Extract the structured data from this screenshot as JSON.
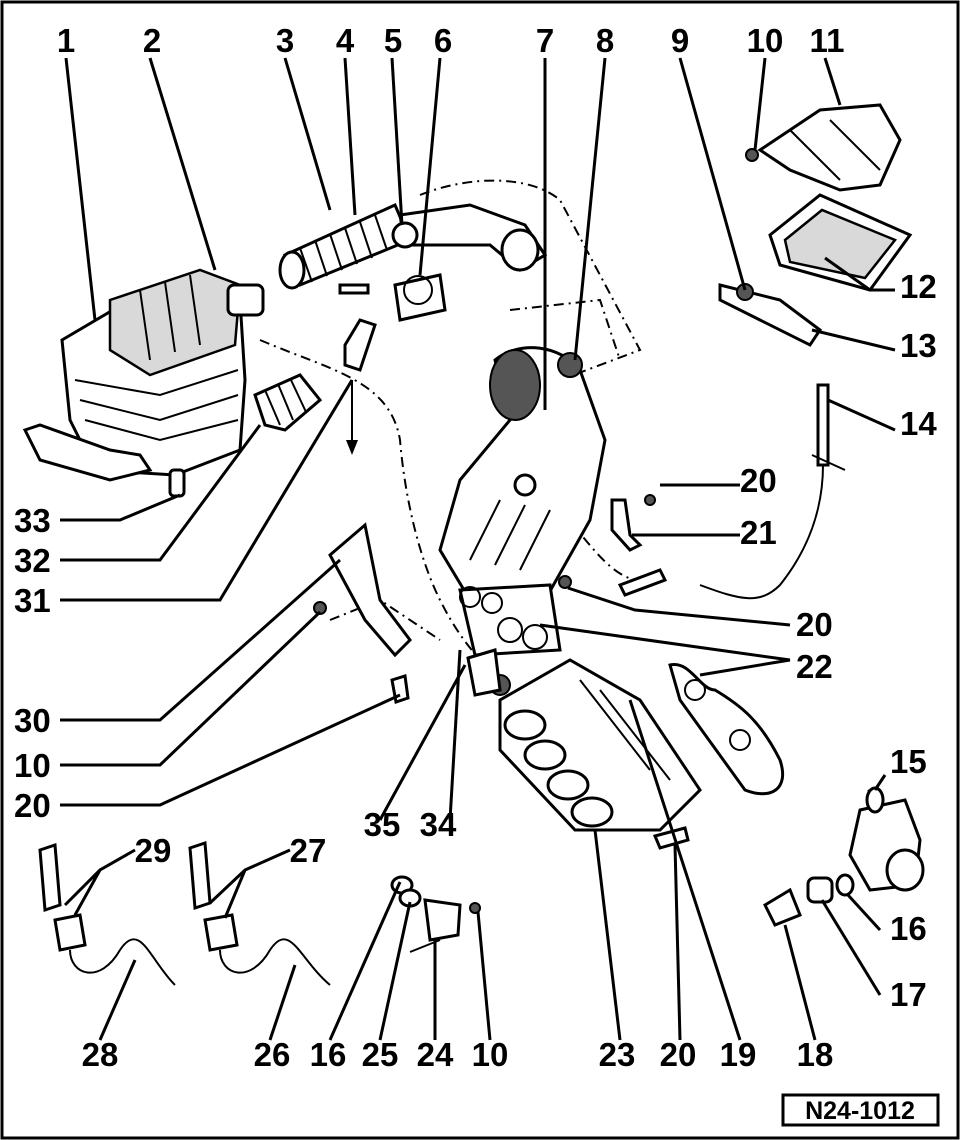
{
  "diagram": {
    "reference": "N24-1012",
    "callouts": [
      {
        "id": "c1",
        "label": "1"
      },
      {
        "id": "c2",
        "label": "2"
      },
      {
        "id": "c3",
        "label": "3"
      },
      {
        "id": "c4",
        "label": "4"
      },
      {
        "id": "c5",
        "label": "5"
      },
      {
        "id": "c6",
        "label": "6"
      },
      {
        "id": "c7",
        "label": "7"
      },
      {
        "id": "c8",
        "label": "8"
      },
      {
        "id": "c9",
        "label": "9"
      },
      {
        "id": "c10a",
        "label": "10"
      },
      {
        "id": "c11",
        "label": "11"
      },
      {
        "id": "c12",
        "label": "12"
      },
      {
        "id": "c13",
        "label": "13"
      },
      {
        "id": "c14",
        "label": "14"
      },
      {
        "id": "c20a",
        "label": "20"
      },
      {
        "id": "c21",
        "label": "21"
      },
      {
        "id": "c20b",
        "label": "20"
      },
      {
        "id": "c22",
        "label": "22"
      },
      {
        "id": "c15",
        "label": "15"
      },
      {
        "id": "c16a",
        "label": "16"
      },
      {
        "id": "c17",
        "label": "17"
      },
      {
        "id": "c33",
        "label": "33"
      },
      {
        "id": "c32",
        "label": "32"
      },
      {
        "id": "c31",
        "label": "31"
      },
      {
        "id": "c30",
        "label": "30"
      },
      {
        "id": "c10b",
        "label": "10"
      },
      {
        "id": "c20c",
        "label": "20"
      },
      {
        "id": "c35",
        "label": "35"
      },
      {
        "id": "c34",
        "label": "34"
      },
      {
        "id": "c29",
        "label": "29"
      },
      {
        "id": "c27",
        "label": "27"
      },
      {
        "id": "c28",
        "label": "28"
      },
      {
        "id": "c26",
        "label": "26"
      },
      {
        "id": "c16b",
        "label": "16"
      },
      {
        "id": "c25",
        "label": "25"
      },
      {
        "id": "c24",
        "label": "24"
      },
      {
        "id": "c10c",
        "label": "10"
      },
      {
        "id": "c23",
        "label": "23"
      },
      {
        "id": "c20d",
        "label": "20"
      },
      {
        "id": "c19",
        "label": "19"
      },
      {
        "id": "c18",
        "label": "18"
      }
    ]
  }
}
